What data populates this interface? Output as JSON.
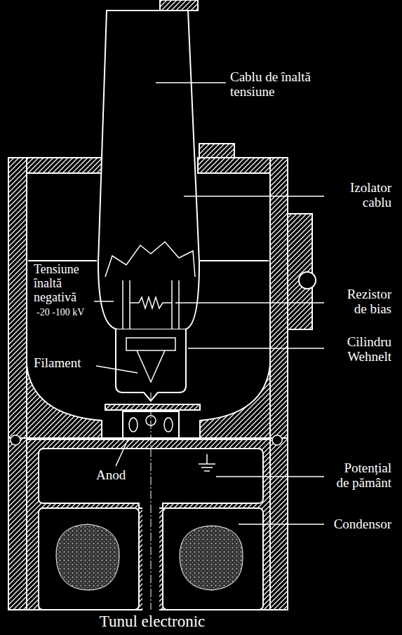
{
  "diagram": {
    "caption": "Tunul electronic",
    "labels": [
      "Cablu de înaltă tensiune",
      "Izolator cablu",
      "Tensiune înaltă negativă",
      "-20 -100 kV",
      "Rezistor de bias",
      "Filament",
      "Cilindru Wehnelt",
      "Anod",
      "Potențial de pământ",
      "Condensor"
    ]
  }
}
